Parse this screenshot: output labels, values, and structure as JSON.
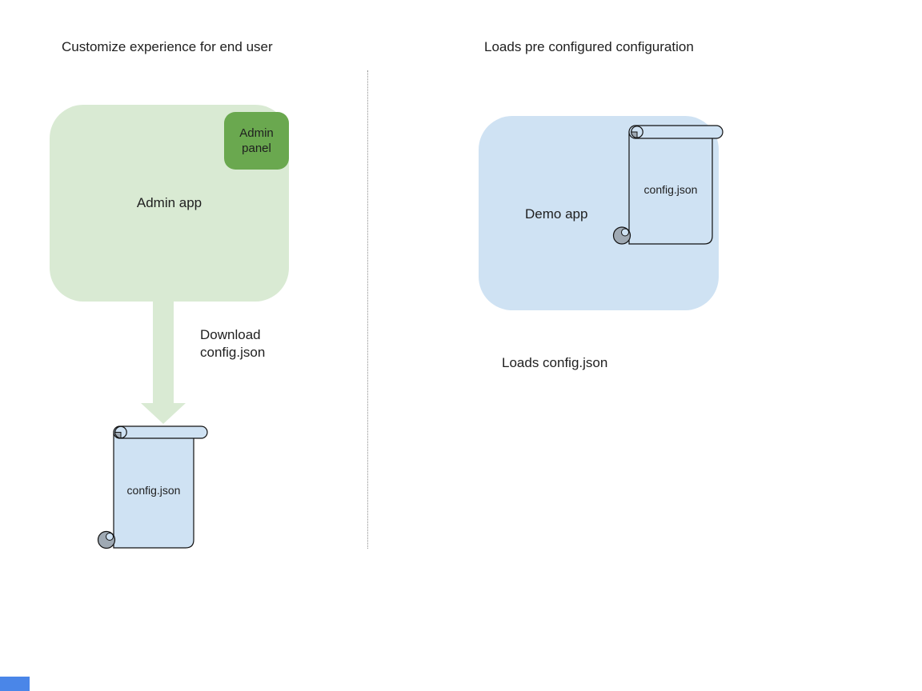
{
  "left_section": {
    "heading": "Customize experience for end user",
    "admin_app": {
      "label": "Admin app",
      "panel_label": "Admin panel"
    },
    "arrow_label": {
      "line1": "Download",
      "line2": "config.json"
    },
    "config_file": {
      "label": "config.json"
    }
  },
  "right_section": {
    "heading": "Loads pre configured configuration",
    "demo_app": {
      "label": "Demo app"
    },
    "config_file": {
      "label": "config.json"
    },
    "caption": "Loads config.json"
  },
  "icons": {
    "config_file": "paper-scroll-shape",
    "download_arrow": "thick-down-arrow",
    "divider": "vertical-dotted-line"
  },
  "colors": {
    "admin_app_fill": "#d9ead3",
    "admin_panel_fill": "#6aa84f",
    "arrow_fill": "#d9ead3",
    "demo_app_fill": "#cfe2f3",
    "file_fill": "#cfe2f3",
    "curl_fill": "#9fa9b3",
    "outline": "#111111",
    "divider": "#8f8f8f",
    "corner_rect_fill": "#4a86e8",
    "text": "#1f1f1f"
  }
}
